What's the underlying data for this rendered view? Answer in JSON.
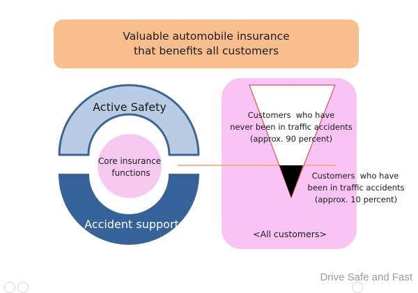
{
  "header": {
    "line1": "Valuable automobile insurance",
    "line2": "that benefits all customers"
  },
  "ring": {
    "top_label": "Active Safety",
    "bottom_label": "Accident support",
    "core_line1": "Core insurance",
    "core_line2": "functions"
  },
  "customers_panel": {
    "never_accident": {
      "line1": "Customers  who have",
      "line2": "never been in traffic accidents",
      "line3": "(approx. 90 percent)",
      "share_percent": 90
    },
    "had_accident": {
      "line1": "Customers  who have",
      "line2": "been in traffic accidents",
      "line3": "(approx. 10 percent)",
      "share_percent": 10
    },
    "footer_label": "<All customers>"
  },
  "watermark": "Drive Safe and Fast",
  "colors": {
    "header_fill": "#F9BE8E",
    "active_safety_fill": "#B8CCE4",
    "ring_stroke": "#3E6591",
    "accident_support_fill": "#36629A",
    "core_fill": "#F7C9F0",
    "panel_fill": "#F9C3F4",
    "triangle_stroke": "#D9534F",
    "divider_line": "#F2A46A"
  }
}
